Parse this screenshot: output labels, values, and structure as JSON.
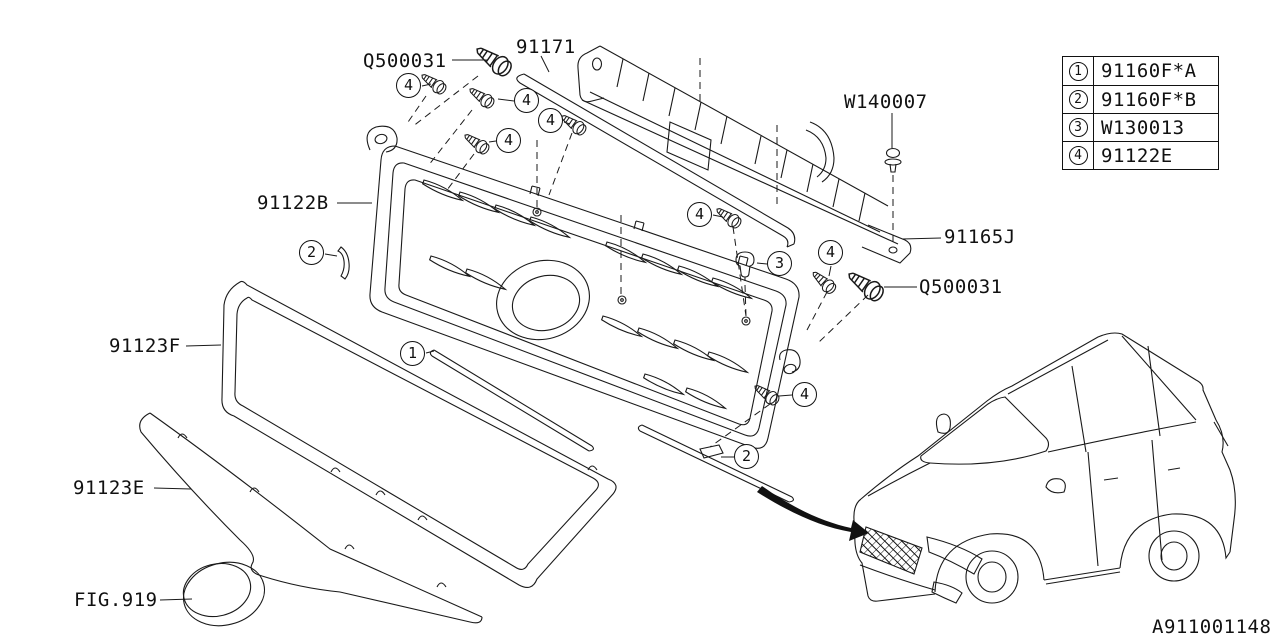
{
  "colors": {
    "line": "#1a1a1a",
    "background": "#ffffff"
  },
  "figure": {
    "doc_id": "A911001148",
    "fig_ref": "FIG.919"
  },
  "part_labels": {
    "screw_top": "Q500031",
    "molding_91171": "91171",
    "clip_w140007": "W140007",
    "grille_91122b": "91122B",
    "panel_91165j": "91165J",
    "screw_right": "Q500031",
    "surround_91123f": "91123F",
    "strip_91123e": "91123E"
  },
  "callouts": {
    "c1": "1",
    "c2": "2",
    "c3": "3",
    "c4": "4"
  },
  "legend": {
    "rows": [
      {
        "num": "1",
        "code": "91160F*A"
      },
      {
        "num": "2",
        "code": "91160F*B"
      },
      {
        "num": "3",
        "code": "W130013"
      },
      {
        "num": "4",
        "code": "91122E"
      }
    ]
  }
}
